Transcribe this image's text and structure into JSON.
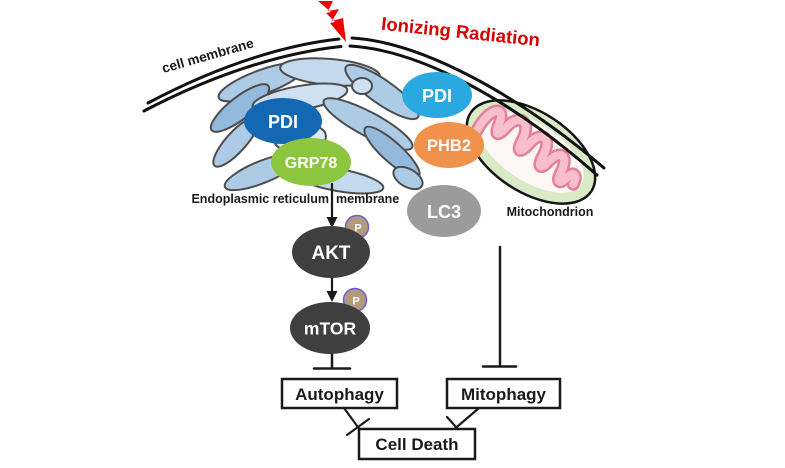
{
  "figure": {
    "stimulus_label": "Ionizing Radiation",
    "cell_membrane_label": "cell membrane",
    "er_membrane_label_part1": "Endoplasmic reticulum",
    "er_membrane_label_part2": "membrane",
    "er_membrane_label_full": "Endoplasmic reticulum membrane",
    "mitochondrion_label": "Mitochondrion"
  },
  "nodes": {
    "pdi_er": {
      "label": "PDI",
      "fill": "#1467b2",
      "text_color": "#ffffff"
    },
    "grp78": {
      "label": "GRP78",
      "fill": "#8cc63e",
      "text_color": "#ffffff"
    },
    "pdi_mito": {
      "label": "PDI",
      "fill": "#2aa9e0",
      "text_color": "#ffffff"
    },
    "phb2": {
      "label": "PHB2",
      "fill": "#f0914c",
      "text_color": "#ffffff"
    },
    "lc3": {
      "label": "LC3",
      "fill": "#9b9b9b",
      "text_color": "#ffffff"
    },
    "akt": {
      "label": "AKT",
      "fill": "#3f3f3f",
      "text_color": "#ffffff"
    },
    "mtor": {
      "label": "mTOR",
      "fill": "#3f3f3f",
      "text_color": "#ffffff"
    }
  },
  "phospho_badge": {
    "label": "P",
    "fill": "#b39a7d",
    "ring": "#6a5fd8",
    "text_color": "#ffffff"
  },
  "outcomes": {
    "autophagy": {
      "label": "Autophagy"
    },
    "mitophagy": {
      "label": "Mitophagy"
    },
    "cell_death": {
      "label": "Cell Death"
    }
  },
  "colors": {
    "radiation_text": "#d60000",
    "bolt": "#ee0000",
    "membrane_line": "#111111",
    "label_text": "#1a1a1a",
    "er_fill": "#aecbe6",
    "er_outline": "#4d4d4d",
    "mito_fill": "#d8eac6",
    "mito_inner": "#fdf7f5",
    "mito_outline": "#151515",
    "cristae_fill": "#f8bfcb",
    "cristae_outline": "#e5809a",
    "connector": "#1a1a1a",
    "box_fill": "#ffffff"
  },
  "edges": [
    {
      "from": "GRP78",
      "to": "AKT",
      "type": "activation"
    },
    {
      "from": "AKT",
      "to": "mTOR",
      "type": "activation"
    },
    {
      "from": "mTOR",
      "to": "Autophagy",
      "type": "inhibition"
    },
    {
      "from": "LC3 / Mitochondrion",
      "to": "Mitophagy",
      "type": "inhibition"
    },
    {
      "from": "Autophagy",
      "to": "Cell Death",
      "type": "inhibition"
    },
    {
      "from": "Mitophagy",
      "to": "Cell Death",
      "type": "inhibition"
    }
  ]
}
